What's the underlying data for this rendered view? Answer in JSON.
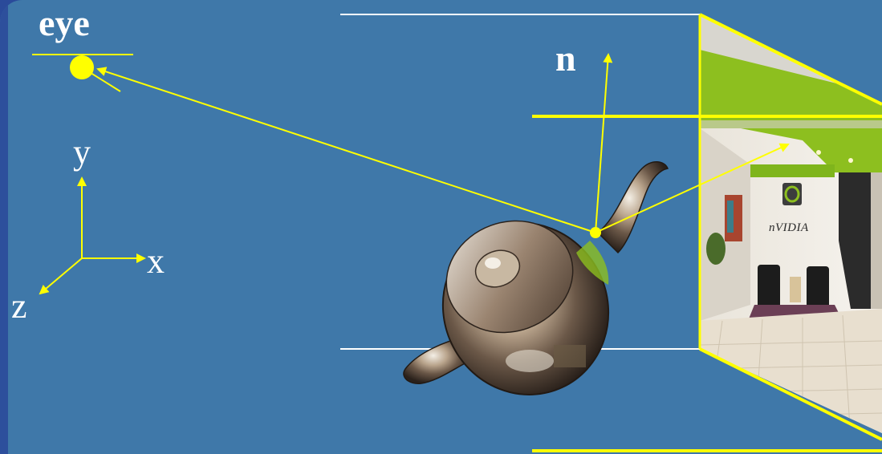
{
  "labels": {
    "eye": "eye",
    "normal": "n",
    "axis_x": "x",
    "axis_y": "y",
    "axis_z": "z",
    "logo_text": "nVIDIA"
  },
  "colors": {
    "background": "#3f78a9",
    "frame": "#2d4f9c",
    "ray": "#ffff00",
    "label": "#ffffff"
  },
  "icons": {
    "eye_marker": "yellow-circle",
    "reflective_object": "chrome-teapot",
    "environment_map": "lobby-photo"
  }
}
